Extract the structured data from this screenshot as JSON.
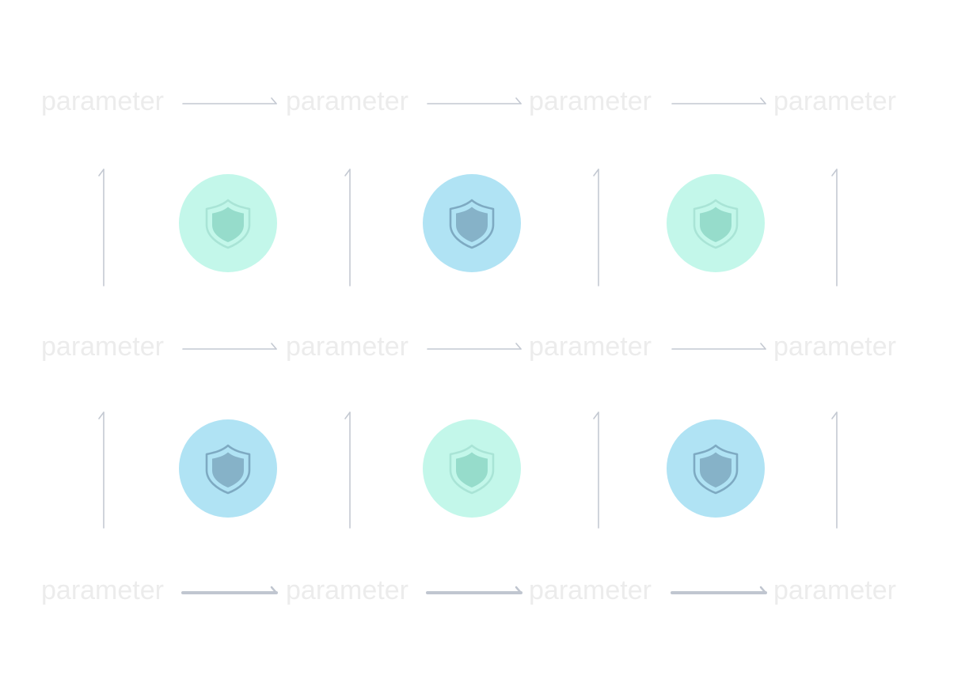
{
  "diagram": {
    "node_label": "parameter",
    "rows": [
      {
        "labels": [
          "parameter",
          "parameter",
          "parameter",
          "parameter"
        ],
        "arrow_style": "thin"
      },
      {
        "labels": [
          "parameter",
          "parameter",
          "parameter",
          "parameter"
        ],
        "arrow_style": "thin"
      },
      {
        "labels": [
          "parameter",
          "parameter",
          "parameter",
          "parameter"
        ],
        "arrow_style": "bold"
      }
    ],
    "shield_rows": [
      [
        {
          "icon": "shield-icon",
          "variant": "mint"
        },
        {
          "icon": "shield-icon",
          "variant": "blue"
        },
        {
          "icon": "shield-icon",
          "variant": "mint"
        }
      ],
      [
        {
          "icon": "shield-icon",
          "variant": "blue"
        },
        {
          "icon": "shield-icon",
          "variant": "mint"
        },
        {
          "icon": "shield-icon",
          "variant": "blue"
        }
      ]
    ],
    "colors": {
      "label": "#ececec",
      "connector": "#c4c9d2",
      "connector_bold": "#c0c6d0",
      "mint_circle": "#c3f7ea",
      "mint_shield_fill": "#96dccb",
      "mint_shield_stroke": "#a9e4d6",
      "blue_circle": "#b0e3f4",
      "blue_shield_fill": "#86b2c8",
      "blue_shield_stroke": "#7eaac2"
    }
  }
}
